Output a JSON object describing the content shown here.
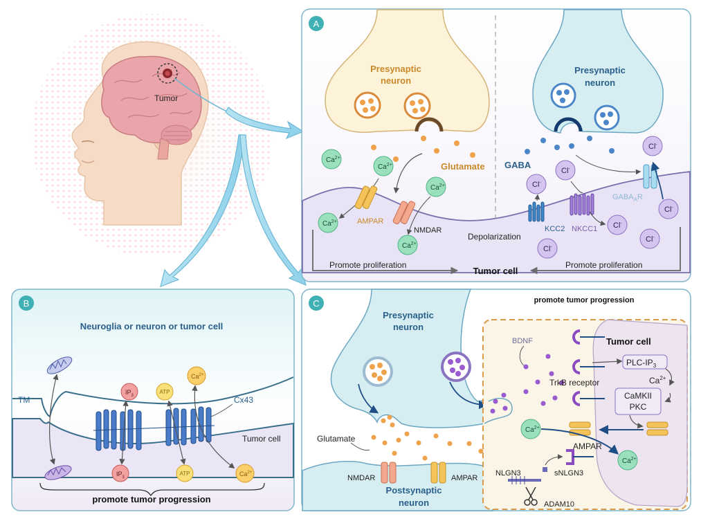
{
  "head": {
    "tumor_label": "Tumor"
  },
  "panelA": {
    "badge": "A",
    "glut_neuron_title_1": "Presynaptic",
    "glut_neuron_title_2": "neuron",
    "gaba_neuron_title_1": "Presynaptic",
    "gaba_neuron_title_2": "neuron",
    "glutamate": "Glutamate",
    "gaba": "GABA",
    "ampar": "AMPAR",
    "nmdar": "NMDAR",
    "depolarization": "Depolarization",
    "kcc2": "KCC2",
    "nkcc1": "NKCC1",
    "gabaar_main": "GABA",
    "gabaar_sub": "A",
    "gabaar_tail": "R",
    "promote_left": "Promote proliferation",
    "promote_right": "Promote proliferation",
    "tumor_cell": "Tumor cell",
    "ion_ca_base": "Ca",
    "ion_ca_sup": "2+",
    "ion_cl_base": "Cl",
    "ion_cl_sup": "-"
  },
  "panelB": {
    "badge": "B",
    "title": "Neuroglia or neuron or tumor cell",
    "tm": "TM",
    "cx43": "Cx43",
    "tumor_cell": "Tumor cell",
    "ip3_base": "IP",
    "ip3_sub": "3",
    "atp": "ATP",
    "ca_base": "Ca",
    "ca_sup": "2+",
    "footer": "promote tumor progression"
  },
  "panelC": {
    "badge": "C",
    "header": "promote tumor progression",
    "pre_title_1": "Presynaptic",
    "pre_title_2": "neuron",
    "post_title_1": "Postsynaptic",
    "post_title_2": "neuron",
    "glutamate": "Glutamate",
    "nmdar": "NMDAR",
    "ampar_post": "AMPAR",
    "ampar_tumor": "AMPAR",
    "bdnf": "BDNF",
    "tumor_cell": "Tumor cell",
    "trkb": "TrkB receptor",
    "plc_base": "PLC-IP",
    "plc_sub": "3",
    "ca_base": "Ca",
    "ca_sup": "2+",
    "camkii": "CaMKII",
    "pkc": "PKC",
    "nlgn3": "NLGN3",
    "snlgn3": "sNLGN3",
    "adam10": "ADAM10"
  },
  "colors": {
    "teal_badge": "#3fb0b3",
    "panel_border": "#7fb6c9",
    "glut_neuron": "#fdf3d8",
    "gaba_neuron": "#d6eef2",
    "tumor_membrane": "#e6e2f3",
    "ca_ion": "#9be0bd",
    "cl_ion": "#c9b6ea",
    "arrow_blue": "#a9dcef",
    "text_blue": "#2a5f8c",
    "text_orange": "#c8892a"
  }
}
